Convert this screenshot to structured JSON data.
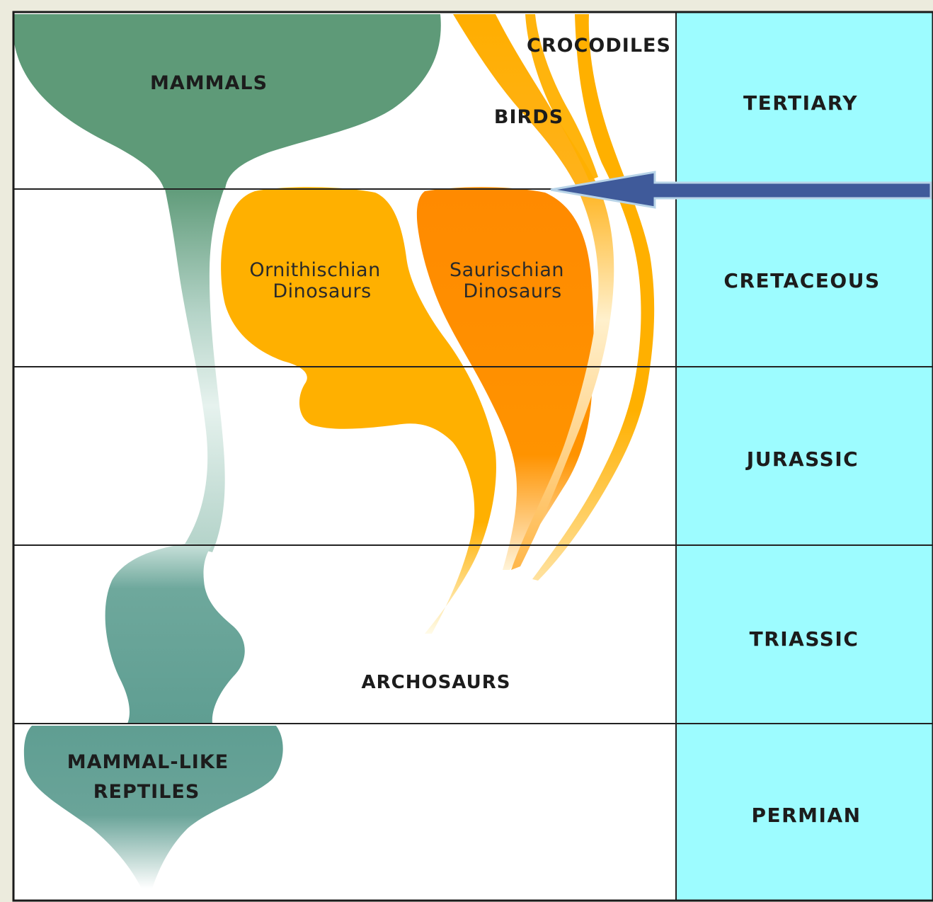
{
  "periods": [
    {
      "name": "TERTIARY"
    },
    {
      "name": "CRETACEOUS"
    },
    {
      "name": "JURASSIC"
    },
    {
      "name": "TRIASSIC"
    },
    {
      "name": "PERMIAN"
    }
  ],
  "groups": {
    "mammals": "MAMMALS",
    "crocodiles": "CROCODILES",
    "birds": "BIRDS",
    "ornithischian_line1": "Ornithischian",
    "ornithischian_line2": "Dinosaurs",
    "saurischian_line1": "Saurischian",
    "saurischian_line2": "Dinosaurs",
    "archosaurs": "ARCHOSAURS",
    "mammal_like_line1": "MAMMAL-LIKE",
    "mammal_like_line2": "REPTILES"
  },
  "colors": {
    "period_column": "#9dfcff",
    "mammal_green": "#5e9a78",
    "mammal_teal": "#5f9e92",
    "ornithischian": "#ffb000",
    "saurischian": "#ff8c00",
    "bird_crocodile": "#ffb21a",
    "arrow": "#3f5a9a"
  },
  "icons": {
    "arrow": "left-arrow-icon"
  }
}
